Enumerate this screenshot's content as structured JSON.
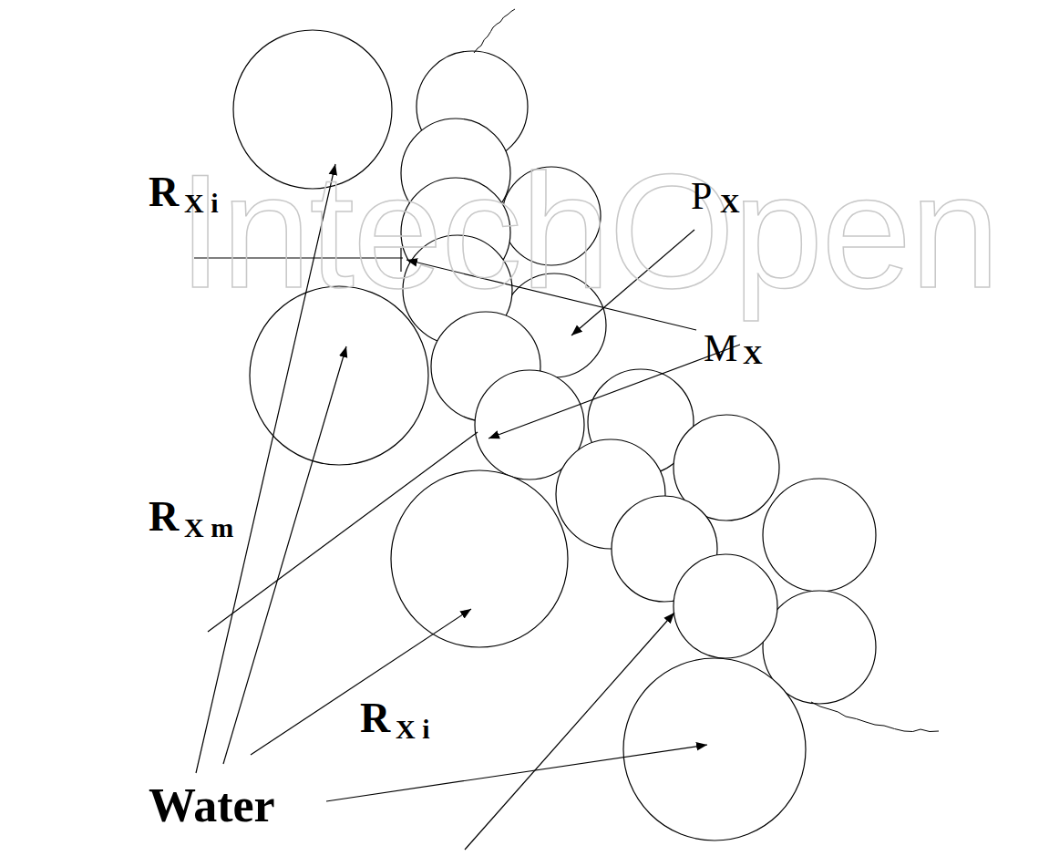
{
  "diagram": {
    "labels": [
      "IntechOpen",
      "R",
      "X i",
      "P",
      "X",
      "M",
      "X",
      "R",
      "X m",
      "R",
      "X i",
      "Water"
    ]
  }
}
